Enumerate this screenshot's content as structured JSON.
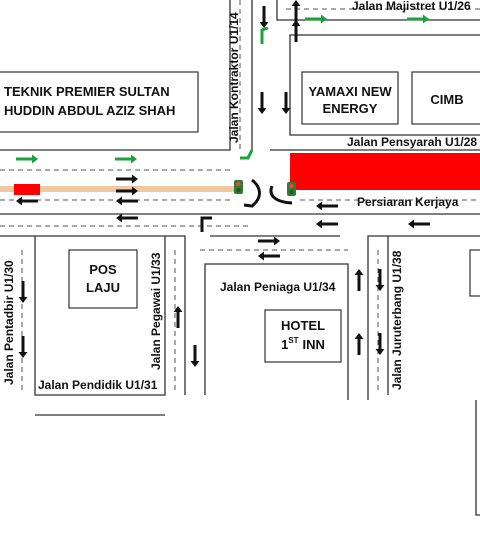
{
  "roads": {
    "majistret": "Jalan Majistret U1/26",
    "kontraktor": "Jalan Kontraktor U1/14",
    "pensyarah": "Jalan Pensyarah U1/28",
    "persiaran_kerjaya": "Persiaran Kerjaya",
    "pentadbir": "Jalan Pentadbir U1/30",
    "pegawai": "Jalan Pegawai U1/33",
    "pendidik": "Jalan Pendidik U1/31",
    "peniaga": "Jalan Peniaga U1/34",
    "juruterbang": "Jalan Juruterbang U1/38"
  },
  "buildings": {
    "teknik_line1": "TEKNIK PREMIER SULTAN",
    "teknik_line2": "HUDDIN ABDUL AZIZ SHAH",
    "yamaxi_line1": "YAMAXI NEW",
    "yamaxi_line2": "ENERGY",
    "cimb": "CIMB",
    "pos_line1": "POS",
    "pos_line2": "LAJU",
    "hotel_line1": "HOTEL",
    "hotel_line2_num": "1",
    "hotel_line2_sup": "ST",
    "hotel_line2_rest": "INN"
  },
  "colors": {
    "closed_road": "#ff0000",
    "route_highlight": "#f0c8a0",
    "green_arrow": "#1aa33a",
    "black_arrow": "#111111",
    "traffic_light": "#2e7d32"
  }
}
